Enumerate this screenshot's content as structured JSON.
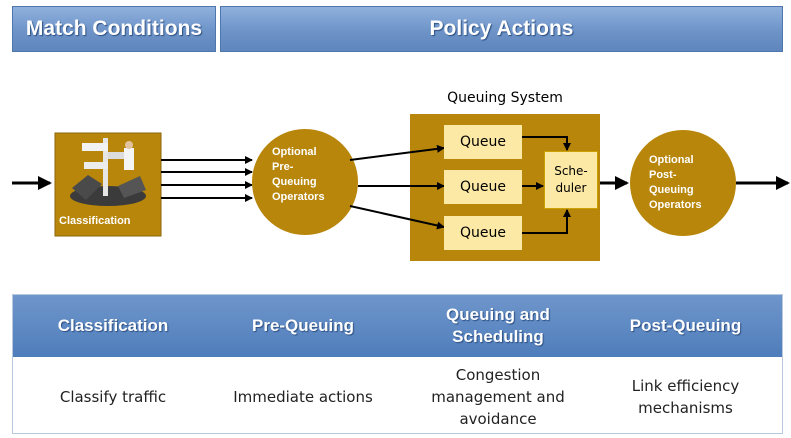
{
  "header": {
    "match_conditions": "Match Conditions",
    "policy_actions": "Policy Actions"
  },
  "diagram": {
    "classification_label": "Classification",
    "pre_queuing_lines": [
      "Optional",
      "Pre-",
      "Queuing",
      "Operators"
    ],
    "queuing_system_title": "Queuing System",
    "queues": [
      "Queue",
      "Queue",
      "Queue"
    ],
    "scheduler_lines": [
      "Sche-",
      "duler"
    ],
    "post_queuing_lines": [
      "Optional",
      "Post-",
      "Queuing",
      "Operators"
    ]
  },
  "table": {
    "headers": [
      [
        "Classification"
      ],
      [
        "Pre-Queuing"
      ],
      [
        "Queuing and",
        "Scheduling"
      ],
      [
        "Post-Queuing"
      ]
    ],
    "cells": [
      [
        "Classify traffic"
      ],
      [
        "Immediate actions"
      ],
      [
        "Congestion",
        "management and",
        "avoidance"
      ],
      [
        "Link efficiency",
        "mechanisms"
      ]
    ]
  },
  "colors": {
    "band": "#6d93c8",
    "node_gold": "#b8860b",
    "queue_fill": "#fde9a6",
    "table_header": "#4f7dbb"
  },
  "icons": {
    "classification_graphic": "signpost-icon"
  }
}
